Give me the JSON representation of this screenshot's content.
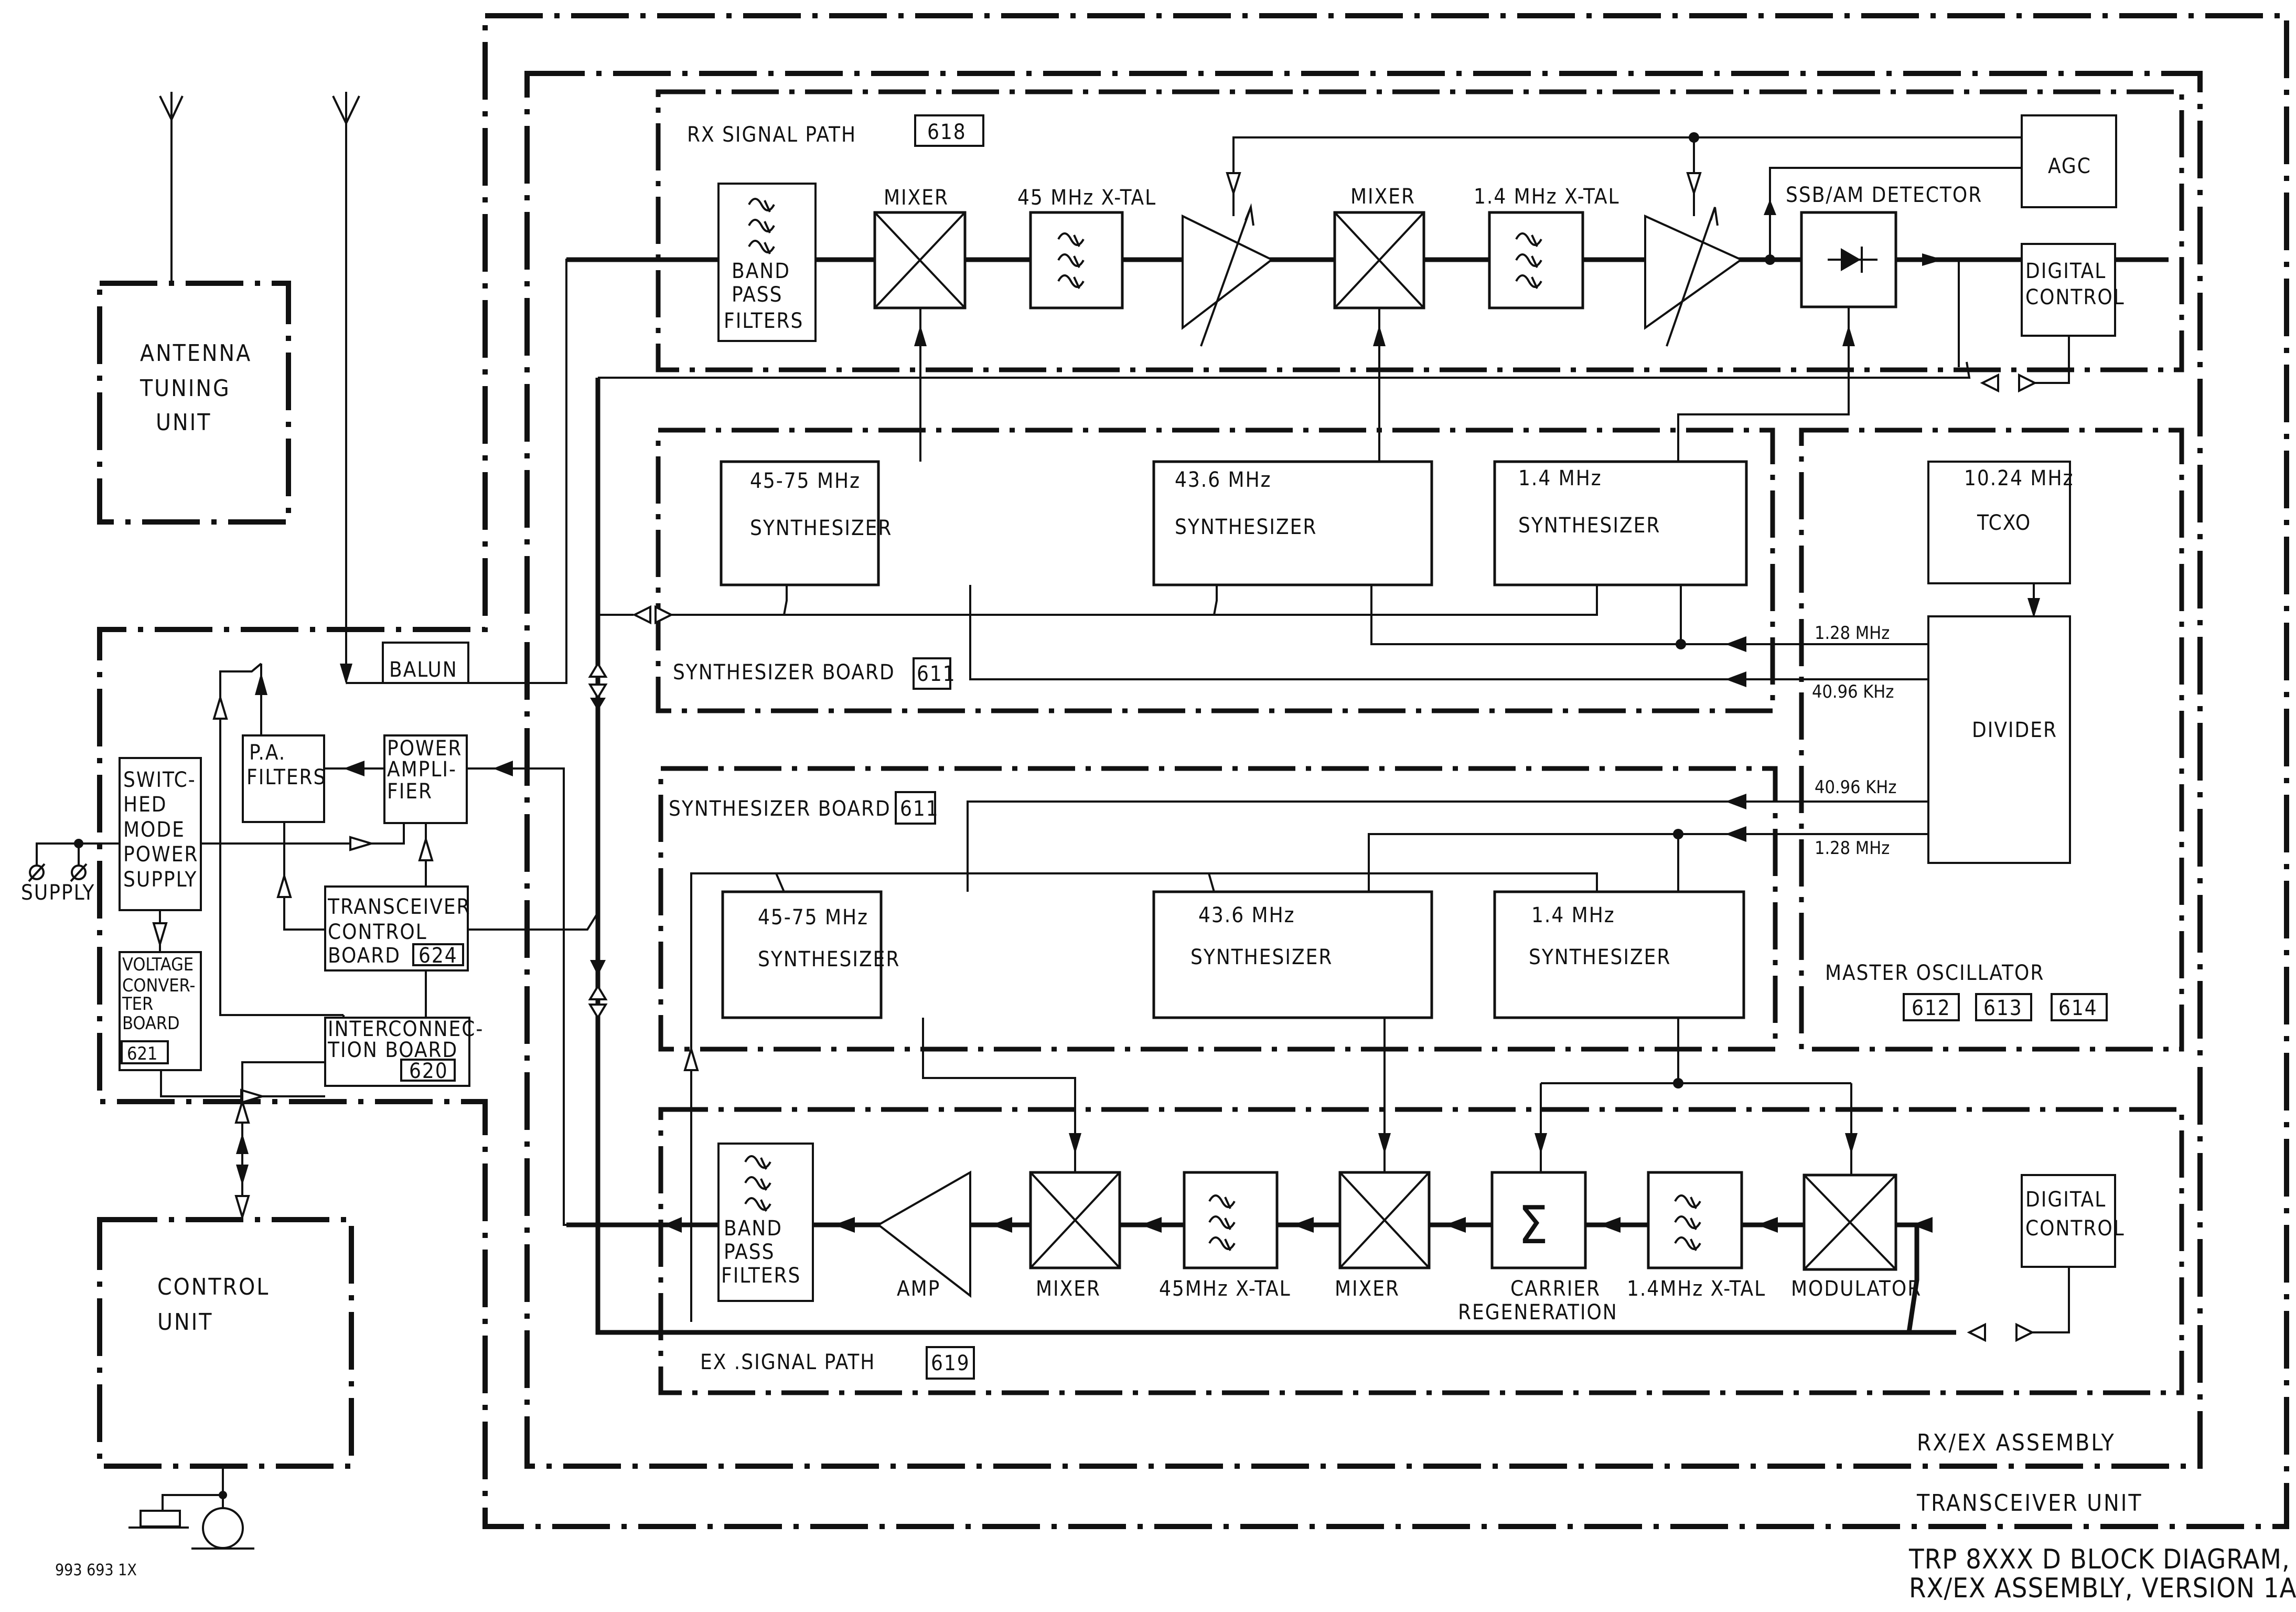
{
  "diagram": {
    "title_line1": "TRP 8XXX D BLOCK DIAGRAM,",
    "title_line2": "RX/EX ASSEMBLY, VERSION 1A",
    "doc_number": "993 693 1X"
  },
  "enclosures": {
    "transceiver_unit": "TRANSCEIVER UNIT",
    "rx_ex_assembly": "RX/EX ASSEMBLY",
    "antenna_tuning_unit": [
      "ANTENNA",
      "TUNING",
      "UNIT"
    ],
    "control_unit": [
      "CONTROL",
      "UNIT"
    ]
  },
  "left_panel": {
    "supply_label": "SUPPLY",
    "balun": "BALUN",
    "pa_filters": [
      "P.A.",
      "FILTERS"
    ],
    "power_amplifier": [
      "POWER",
      "AMPLI-",
      "FIER"
    ],
    "smps": [
      "SWITC-",
      "HED",
      "MODE",
      "POWER",
      "SUPPLY"
    ],
    "voltage_converter": [
      "VOLTAGE",
      "CONVER-",
      "TER",
      "BOARD"
    ],
    "voltage_converter_id": "621",
    "transceiver_control": [
      "TRANSCEIVER",
      "CONTROL",
      "BOARD"
    ],
    "transceiver_control_id": "624",
    "interconnection": [
      "INTERCONNEC-",
      "TION  BOARD"
    ],
    "interconnection_id": "620"
  },
  "rx_path": {
    "title": "RX  SIGNAL  PATH",
    "id": "618",
    "bpf": [
      "BAND",
      "PASS",
      "FILTERS"
    ],
    "mixer1": "MIXER",
    "xtal1": "45 MHz X-TAL",
    "mixer2": "MIXER",
    "xtal2": "1.4 MHz X-TAL",
    "detector": "SSB/AM DETECTOR",
    "agc": "AGC",
    "digital_control": [
      "DIGITAL",
      "CONTROL"
    ]
  },
  "synth_board_rx": {
    "title": "SYNTHESIZER BOARD",
    "id": "611",
    "synths": [
      {
        "freq": "45-75 MHz",
        "name": "SYNTHESIZER"
      },
      {
        "freq": "43.6 MHz",
        "name": "SYNTHESIZER"
      },
      {
        "freq": "1.4 MHz",
        "name": "SYNTHESIZER"
      }
    ]
  },
  "synth_board_ex": {
    "title": "SYNTHESIZER BOARD",
    "id": "611",
    "synths": [
      {
        "freq": "45-75 MHz",
        "name": "SYNTHESIZER"
      },
      {
        "freq": "43.6 MHz",
        "name": "SYNTHESIZER"
      },
      {
        "freq": "1.4 MHz",
        "name": "SYNTHESIZER"
      }
    ]
  },
  "master_oscillator": {
    "title": "MASTER   OSCILLATOR",
    "ids": [
      "612",
      "613",
      "614"
    ],
    "tcxo_freq": "10.24 MHz",
    "tcxo": "TCXO",
    "divider": "DIVIDER",
    "outputs": [
      "1.28 MHz",
      "40.96 KHz",
      "40.96 KHz",
      "1.28 MHz"
    ]
  },
  "ex_path": {
    "title": "EX .SIGNAL  PATH",
    "id": "619",
    "bpf": [
      "BAND",
      "PASS",
      "FILTERS"
    ],
    "amp": "AMP",
    "mixer1": "MIXER",
    "xtal1": "45MHz X-TAL",
    "mixer2": "MIXER",
    "carrier": [
      "CARRIER",
      "REGENERATION"
    ],
    "xtal2": "1.4MHz X-TAL",
    "modulator": "MODULATOR",
    "digital_control": [
      "DIGITAL",
      "CONTROL"
    ]
  }
}
